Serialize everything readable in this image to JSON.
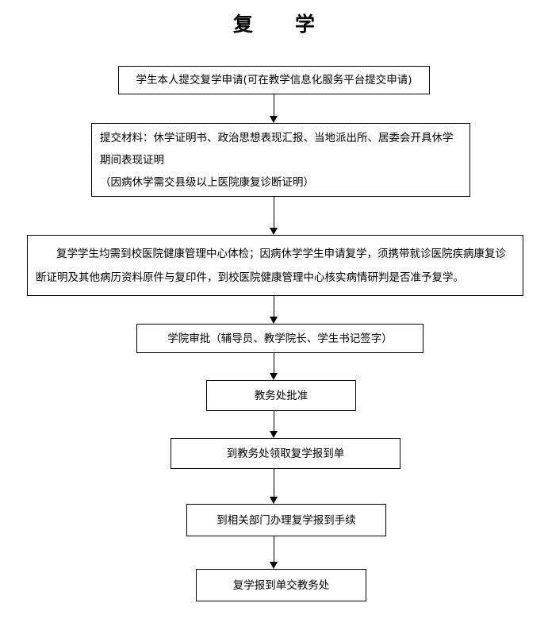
{
  "document": {
    "title": "复　学",
    "title_plain": "复 学",
    "type": "flowchart",
    "orientation": "vertical-top-down",
    "background_color": "#ffffff",
    "line_color": "#000000",
    "text_color": "#000000"
  },
  "chart_data": {
    "type": "diagram",
    "title": "复 学",
    "nodes": [
      {
        "id": "n1",
        "shape": "rectangle",
        "lines": [
          "学生本人提交复学申请(可在教学信息化服务平台提交申请)"
        ],
        "align": "center"
      },
      {
        "id": "n2",
        "shape": "rectangle",
        "lines": [
          "提交材料：休学证明书、政治思想表现汇报、当地派出所、居委会开具休学",
          "期间表现证明",
          "（因病休学需交县级以上医院康复诊断证明）"
        ],
        "align": "left"
      },
      {
        "id": "n3",
        "shape": "rectangle",
        "lines": [
          "复学学生均需到校医院健康管理中心体检；因病休学学生申请复学，须携带就诊医院疾病康复诊",
          "断证明及其他病历资料原件与复印件，到校医院健康管理中心核实病情研判是否准予复学。"
        ],
        "align": "left"
      },
      {
        "id": "n4",
        "shape": "rectangle",
        "lines": [
          "学院审批（辅导员、教学院长、学生书记签字）"
        ],
        "align": "center"
      },
      {
        "id": "n5",
        "shape": "rectangle",
        "lines": [
          "教务处批准"
        ],
        "align": "center"
      },
      {
        "id": "n6",
        "shape": "rectangle",
        "lines": [
          "到教务处领取复学报到单"
        ],
        "align": "center"
      },
      {
        "id": "n7",
        "shape": "rectangle",
        "lines": [
          "到相关部门办理复学报到手续"
        ],
        "align": "center"
      },
      {
        "id": "n8",
        "shape": "rectangle",
        "lines": [
          "复学报到单交教务处"
        ],
        "align": "center"
      }
    ],
    "edges": [
      {
        "from": "n1",
        "to": "n2",
        "style": "arrow-down"
      },
      {
        "from": "n2",
        "to": "n3",
        "style": "arrow-down"
      },
      {
        "from": "n3",
        "to": "n4",
        "style": "arrow-down"
      },
      {
        "from": "n4",
        "to": "n5",
        "style": "arrow-down"
      },
      {
        "from": "n5",
        "to": "n6",
        "style": "arrow-down"
      },
      {
        "from": "n6",
        "to": "n7",
        "style": "arrow-down"
      },
      {
        "from": "n7",
        "to": "n8",
        "style": "arrow-down"
      }
    ]
  }
}
